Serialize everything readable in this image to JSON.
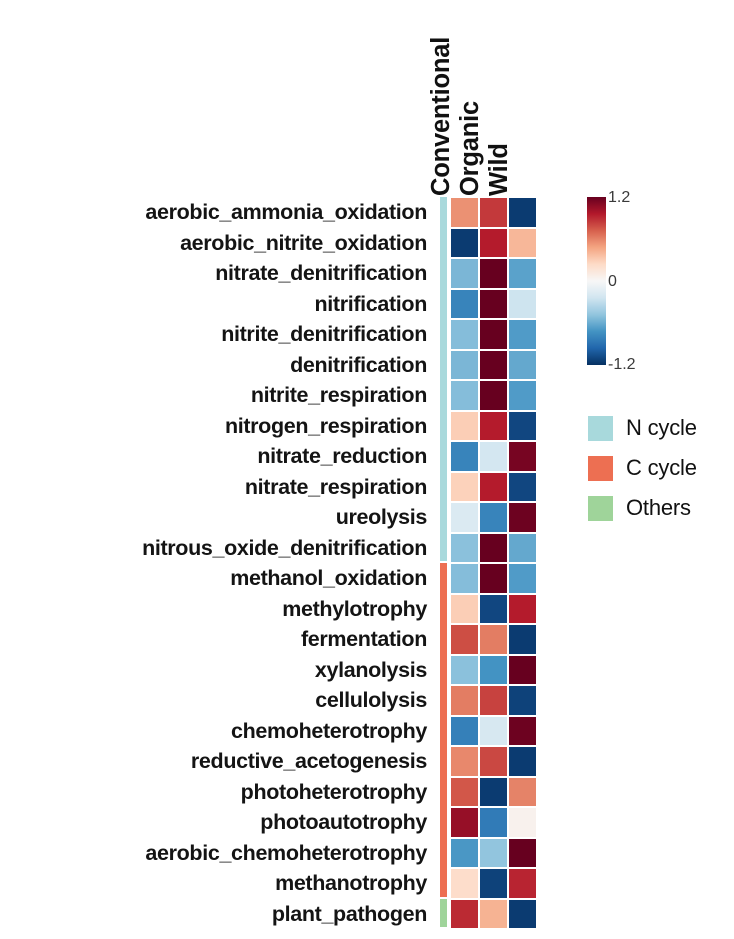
{
  "chart_data": {
    "type": "heatmap",
    "title": "",
    "xlabel": "",
    "ylabel": "",
    "columns": [
      "Conventional",
      "Organic",
      "Wild"
    ],
    "rows": [
      "aerobic_ammonia_oxidation",
      "aerobic_nitrite_oxidation",
      "nitrate_denitrification",
      "nitrification",
      "nitrite_denitrification",
      "denitrification",
      "nitrite_respiration",
      "nitrogen_respiration",
      "nitrate_reduction",
      "nitrate_respiration",
      "ureolysis",
      "nitrous_oxide_denitrification",
      "methanol_oxidation",
      "methylotrophy",
      "fermentation",
      "xylanolysis",
      "cellulolysis",
      "chemoheterotrophy",
      "reductive_acetogenesis",
      "photoheterotrophy",
      "photoautotrophy",
      "aerobic_chemoheterotrophy",
      "methanotrophy",
      "plant_pathogen"
    ],
    "values": [
      [
        0.55,
        0.85,
        -1.15
      ],
      [
        -1.15,
        0.95,
        0.4
      ],
      [
        -0.55,
        1.2,
        -0.65
      ],
      [
        -0.8,
        1.2,
        -0.25
      ],
      [
        -0.52,
        1.2,
        -0.68
      ],
      [
        -0.55,
        1.2,
        -0.62
      ],
      [
        -0.52,
        1.2,
        -0.68
      ],
      [
        0.3,
        0.95,
        -1.1
      ],
      [
        -0.8,
        -0.22,
        1.15
      ],
      [
        0.28,
        0.95,
        -1.1
      ],
      [
        -0.18,
        -0.8,
        1.18
      ],
      [
        -0.5,
        1.2,
        -0.62
      ],
      [
        -0.52,
        1.2,
        -0.68
      ],
      [
        0.3,
        -1.1,
        0.95
      ],
      [
        0.78,
        0.62,
        -1.15
      ],
      [
        -0.5,
        -0.72,
        1.2
      ],
      [
        0.62,
        0.82,
        -1.12
      ],
      [
        -0.82,
        -0.2,
        1.18
      ],
      [
        0.58,
        0.8,
        -1.15
      ],
      [
        0.75,
        -1.15,
        0.6
      ],
      [
        1.05,
        -0.85,
        0.05
      ],
      [
        -0.7,
        -0.48,
        1.2
      ],
      [
        0.22,
        -1.12,
        0.92
      ],
      [
        0.9,
        0.42,
        -1.15
      ]
    ],
    "colorbar": {
      "min_label": "-1.2",
      "mid_label": "0",
      "max_label": "1.2",
      "vmin": -1.2,
      "vmax": 1.2,
      "colormap": "RdBu_r",
      "position": "right"
    },
    "row_annotation": {
      "legend_title": "",
      "categories": [
        {
          "label": "N cycle",
          "color": "#a8d9dc",
          "row_start": 0,
          "row_end": 11
        },
        {
          "label": "C cycle",
          "color": "#ed6f52",
          "row_start": 12,
          "row_end": 22
        },
        {
          "label": "Others",
          "color": "#9fd49a",
          "row_start": 23,
          "row_end": 23
        }
      ]
    },
    "grid": false,
    "legend_position": "right"
  },
  "colors": {
    "cbar_high": "#67001f",
    "cbar_mid": "#f7f7f7",
    "cbar_low": "#1d5b9e",
    "n_cycle": "#a8d9dc",
    "c_cycle": "#ed6f52",
    "others": "#9fd49a",
    "background": "#ffffff",
    "text": "#111111"
  }
}
